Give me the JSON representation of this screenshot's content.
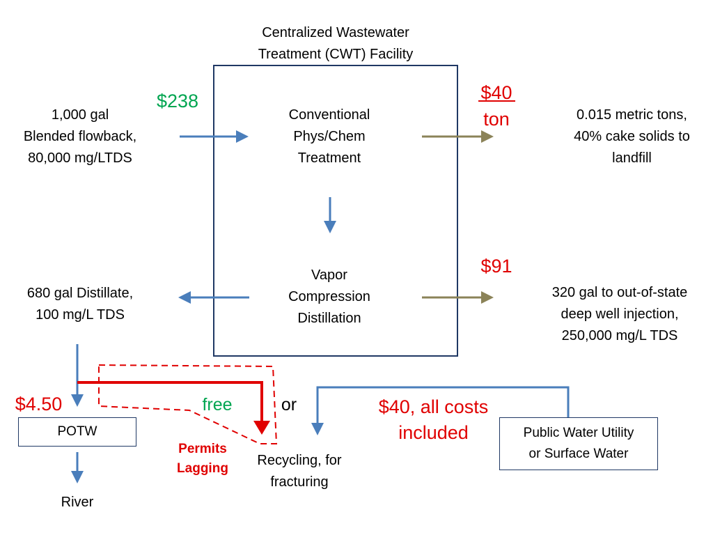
{
  "facility": {
    "title_lines": [
      "Centralized Wastewater",
      "Treatment (CWT) Facility"
    ]
  },
  "input": {
    "cost": "$238",
    "lines": [
      "1,000 gal",
      "Blended flowback,",
      "80,000 mg/LTDS"
    ]
  },
  "treatment": {
    "lines": [
      "Conventional",
      "Phys/Chem",
      "Treatment"
    ]
  },
  "distillation": {
    "lines": [
      "Vapor",
      "Compression",
      "Distillation"
    ]
  },
  "solids": {
    "cost_amount": "$40",
    "cost_unit": "ton",
    "lines": [
      "0.015 metric tons,",
      "40% cake solids to",
      "landfill"
    ]
  },
  "injection": {
    "cost": "$91",
    "lines": [
      "320 gal to out-of-state",
      "deep well injection,",
      "250,000 mg/L TDS"
    ]
  },
  "distillate": {
    "lines": [
      "680 gal Distillate,",
      "100 mg/L TDS"
    ]
  },
  "potw": {
    "cost": "$4.50",
    "label": "POTW"
  },
  "river": {
    "label": "River"
  },
  "recycling": {
    "free_label": "free",
    "or_label": "or",
    "permits_lines": [
      "Permits",
      "Lagging"
    ],
    "lines": [
      "Recycling, for",
      "fracturing"
    ]
  },
  "utility": {
    "cost_lines": [
      "$40, all costs",
      "included"
    ],
    "lines": [
      "Public Water Utility",
      "or Surface Water"
    ]
  },
  "colors": {
    "blue_arrow": "#4a7ebb",
    "olive_arrow": "#8b8358",
    "red": "#e00000",
    "green": "#00a550",
    "box_border": "#1f3864"
  }
}
